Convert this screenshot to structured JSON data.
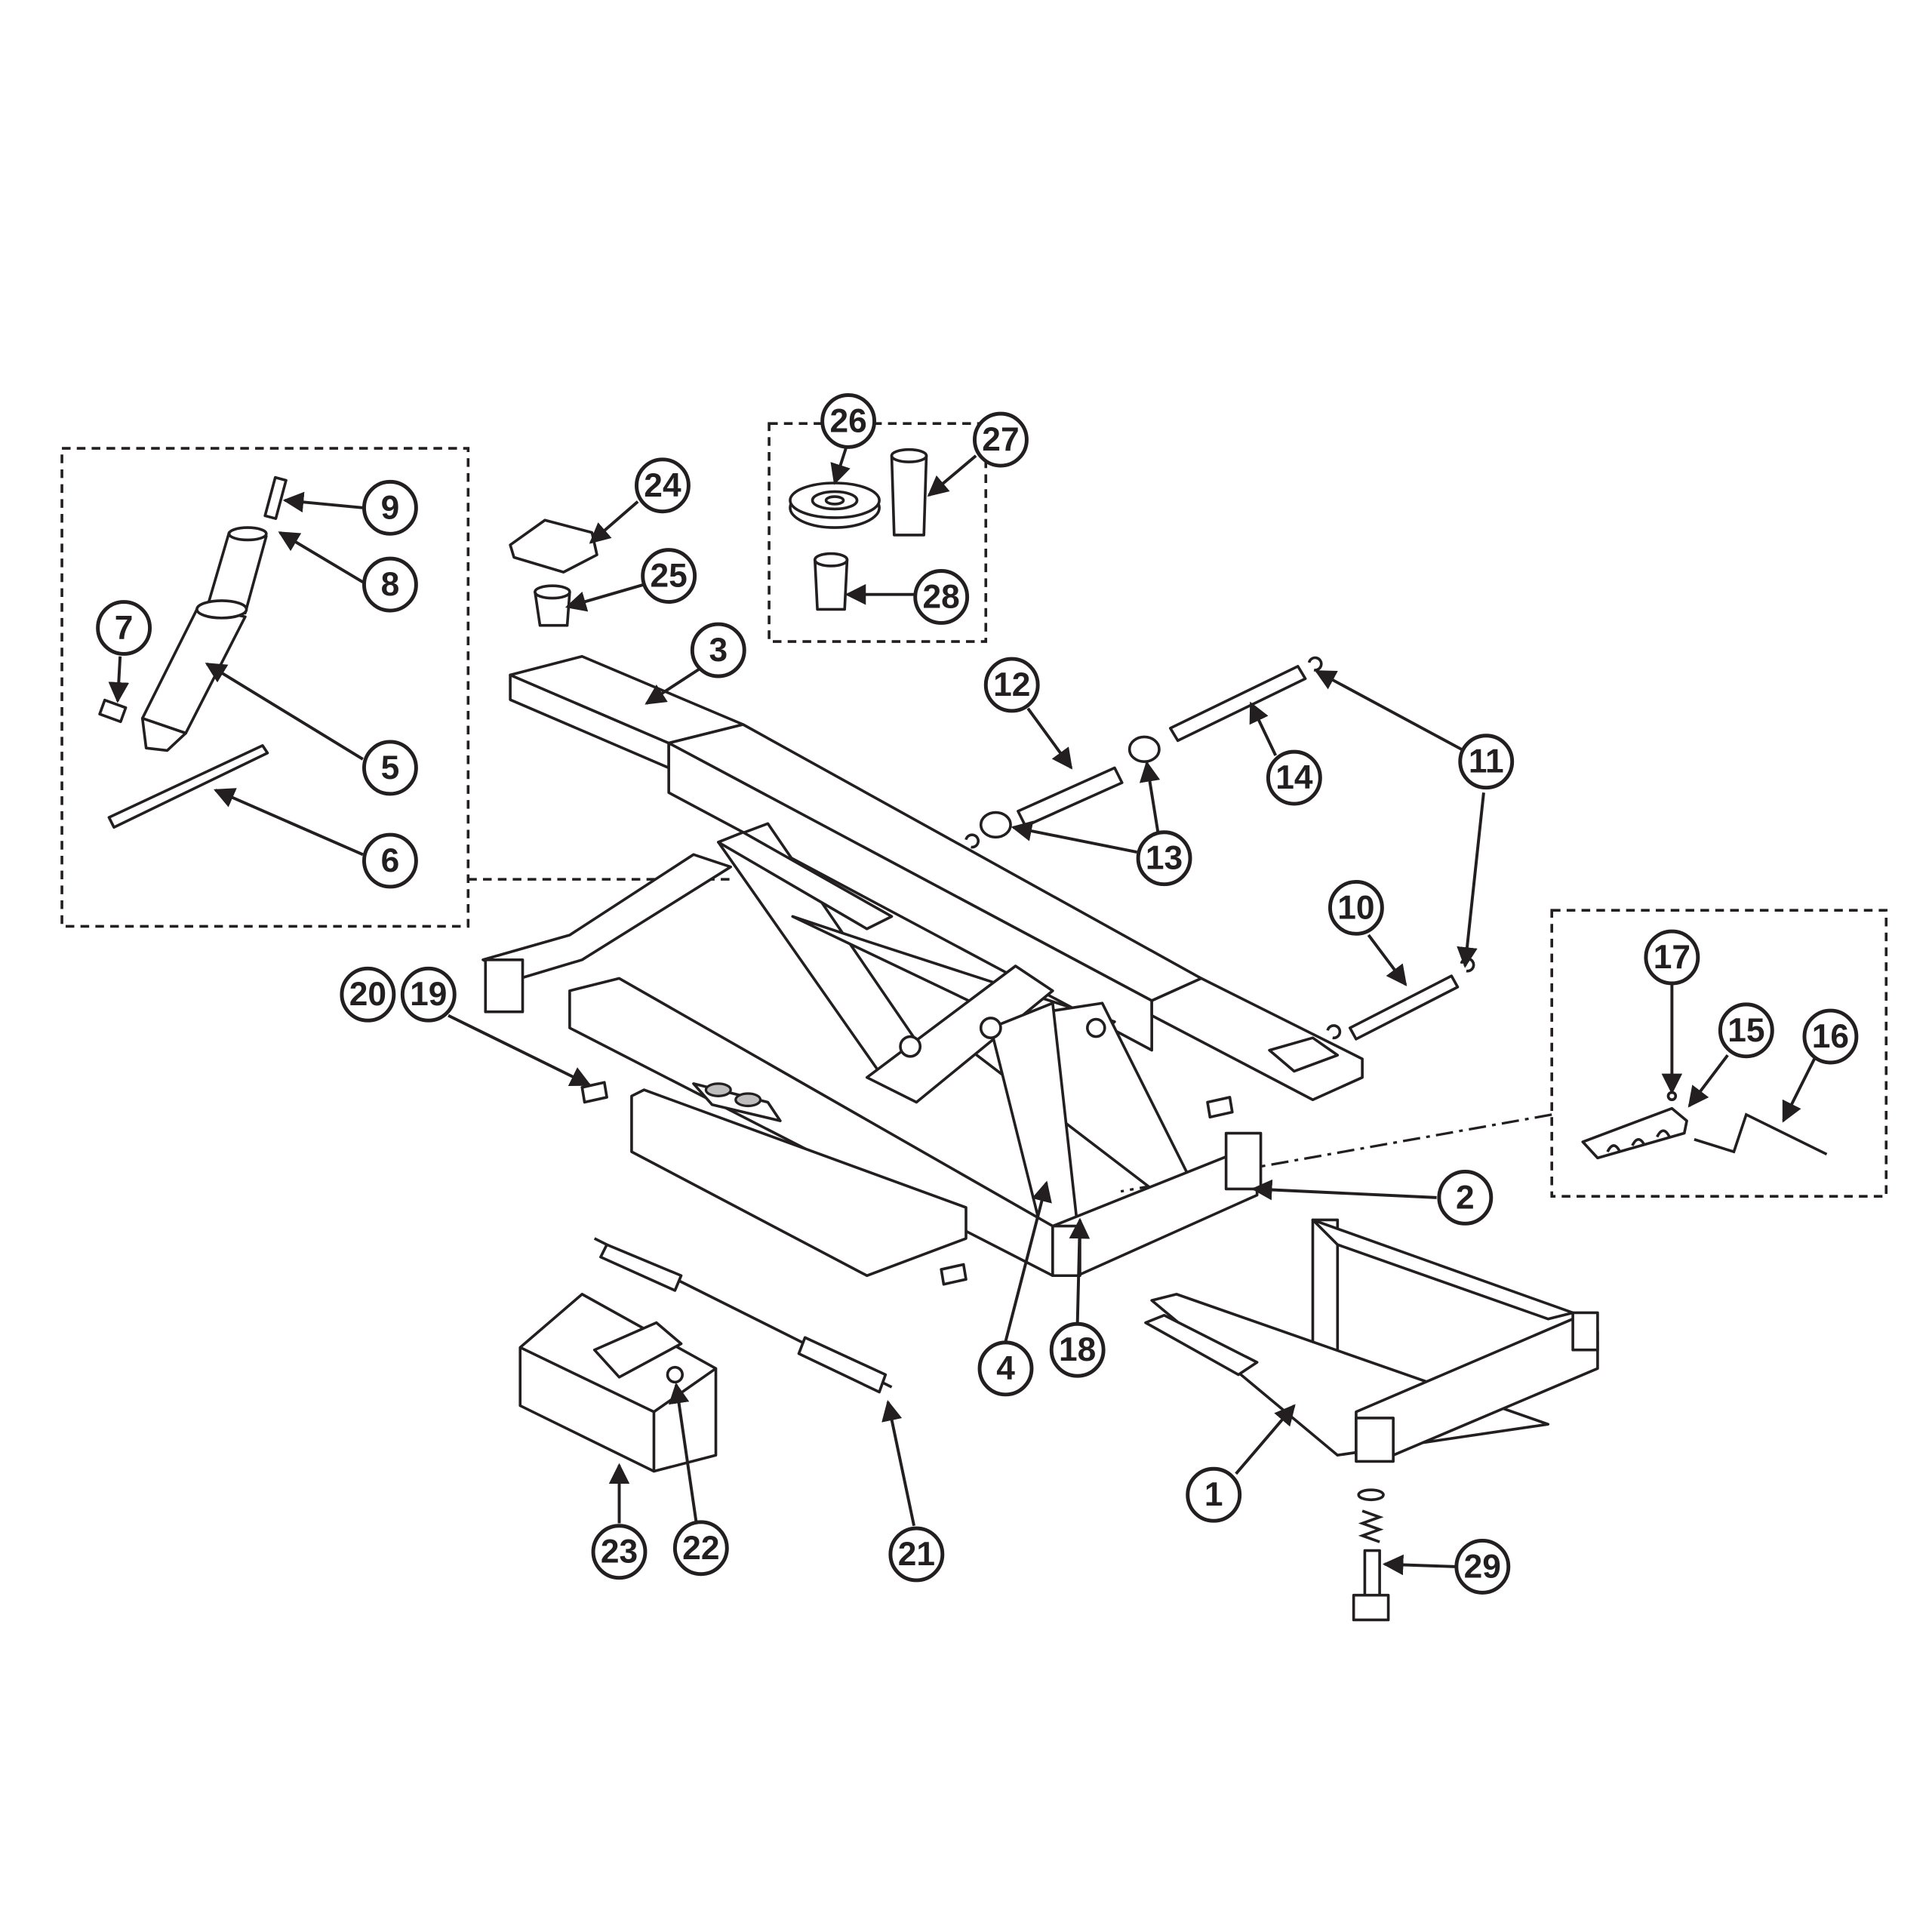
{
  "title": "Rolling jack exploded parts diagram",
  "callouts": [
    "1",
    "2",
    "3",
    "4",
    "5",
    "6",
    "7",
    "8",
    "9",
    "10",
    "11",
    "12",
    "13",
    "14",
    "15",
    "16",
    "17",
    "18",
    "19",
    "20",
    "21",
    "22",
    "23",
    "24",
    "25",
    "26",
    "27",
    "28",
    "29"
  ],
  "colors": {
    "ink": "#231f20",
    "background": "#ffffff"
  }
}
